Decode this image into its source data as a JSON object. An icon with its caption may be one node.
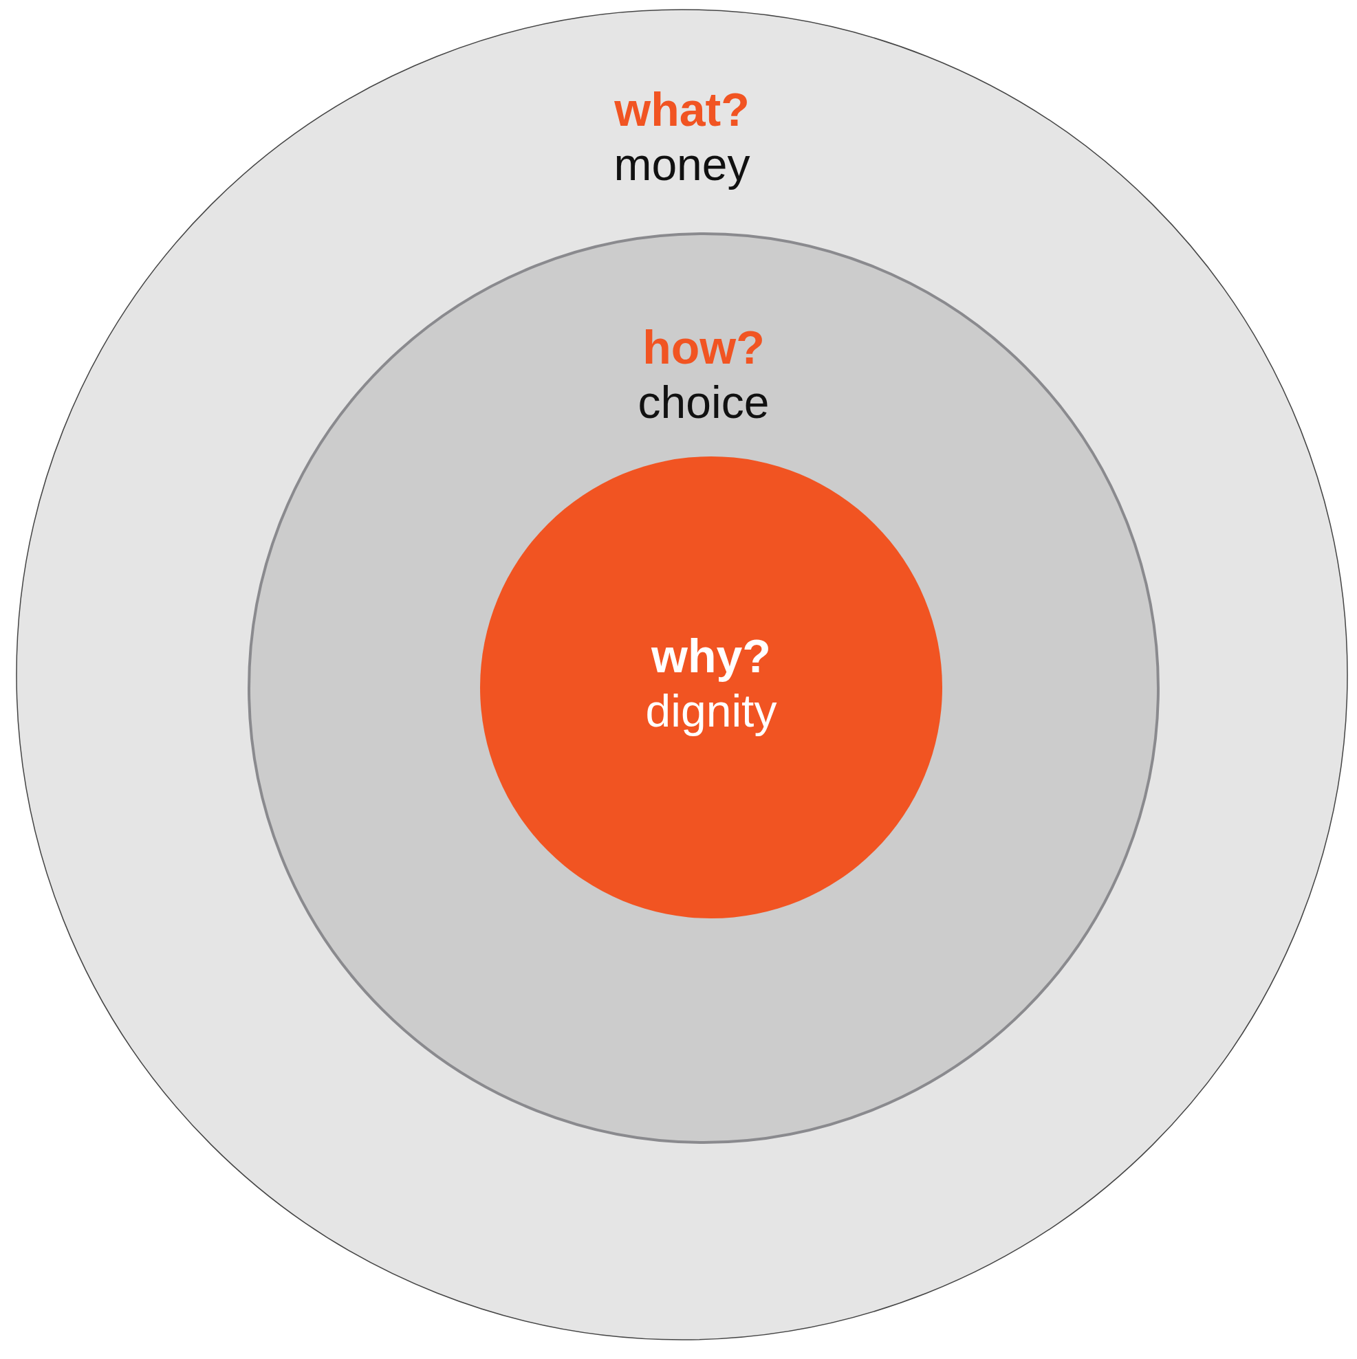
{
  "diagram": {
    "nodes": [
      {
        "text": [
          "what?",
          "money"
        ]
      },
      {
        "text": [
          "how?",
          "choice"
        ],
        "in": 0
      },
      {
        "text": [
          "why?",
          "dignity"
        ],
        "in": 1
      }
    ]
  }
}
